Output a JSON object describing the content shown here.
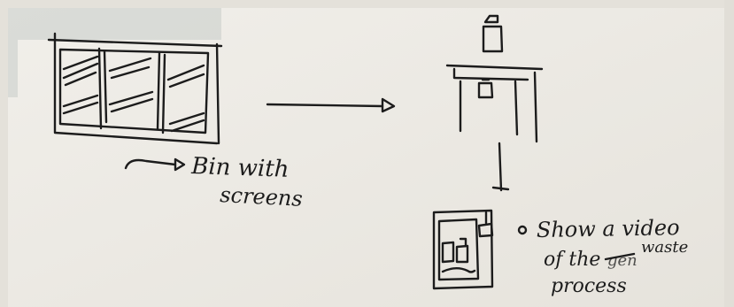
{
  "whiteboard": {
    "bin_note": {
      "line1": "Bin with",
      "line2": "screens"
    },
    "video_note": {
      "line1": "Show a video",
      "line2": "of the",
      "crossed_word": "gen",
      "inserted_word": "waste",
      "line3": "process"
    }
  },
  "colors": {
    "board": "#ece9e2",
    "ink": "#1c1c1c",
    "panel": "#c7ccc9",
    "border": "#e4e1da"
  }
}
